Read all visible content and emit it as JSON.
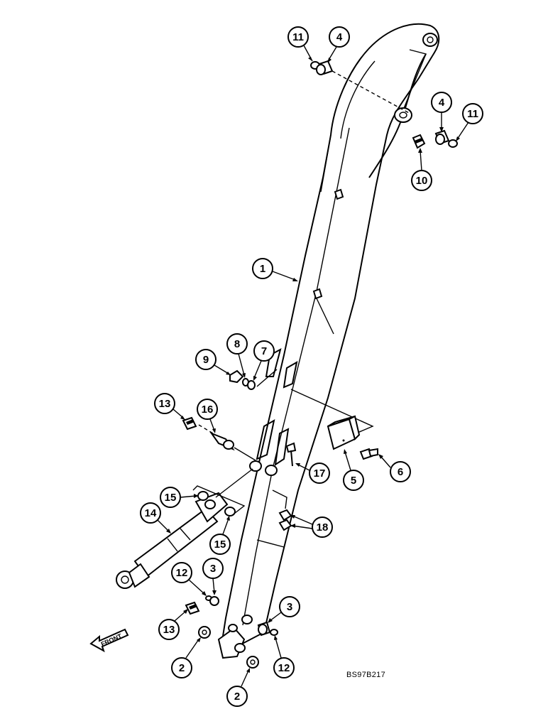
{
  "callouts": {
    "c1": "1",
    "c2": "2",
    "c3": "3",
    "c4": "4",
    "c5": "5",
    "c6": "6",
    "c7": "7",
    "c8": "8",
    "c9": "9",
    "c10": "10",
    "c11": "11",
    "c12": "12",
    "c13": "13",
    "c14": "14",
    "c15": "15",
    "c16": "16",
    "c17": "17",
    "c18": "18"
  },
  "direction_label": "FRONT",
  "figure_code": "BS97B217"
}
